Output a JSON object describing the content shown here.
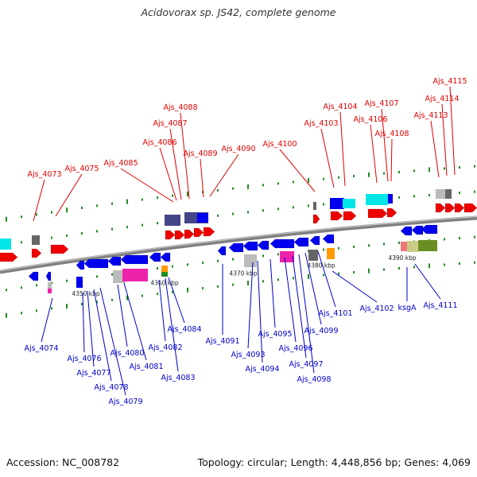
{
  "title": "Acidovorax sp. JS42, complete genome",
  "footer": {
    "accession": "Accession: NC_008782",
    "topology": "Topology: circular; Length: 4,448,856 bp; Genes: 4,069"
  },
  "colors": {
    "forward_label": "#e00000",
    "reverse_label": "#0000cc",
    "backbone": "#808080",
    "tick": "#228b22"
  },
  "scale_labels": [
    "4350 kbp",
    "4360 kbp",
    "4370 kbp",
    "4380 kbp",
    "4390 kbp"
  ],
  "forward_genes": [
    "Ajs_4073",
    "Ajs_4075",
    "Ajs_4085",
    "Ajs_4086",
    "Ajs_4087",
    "Ajs_4088",
    "Ajs_4089",
    "Ajs_4090",
    "Ajs_4100",
    "Ajs_4103",
    "Ajs_4104",
    "Ajs_4106",
    "Ajs_4107",
    "Ajs_4108",
    "Ajs_4113",
    "Ajs_4114",
    "Ajs_4115"
  ],
  "reverse_genes": [
    "Ajs_4074",
    "Ajs_4076",
    "Ajs_4077",
    "Ajs_4078",
    "Ajs_4079",
    "Ajs_4080",
    "Ajs_4081",
    "Ajs_4082",
    "Ajs_4083",
    "Ajs_4084",
    "Ajs_4091",
    "Ajs_4093",
    "Ajs_4094",
    "Ajs_4095",
    "Ajs_4096",
    "Ajs_4097",
    "Ajs_4098",
    "Ajs_4099",
    "Ajs_4101",
    "Ajs_4102",
    "ksgA",
    "Ajs_4111"
  ]
}
